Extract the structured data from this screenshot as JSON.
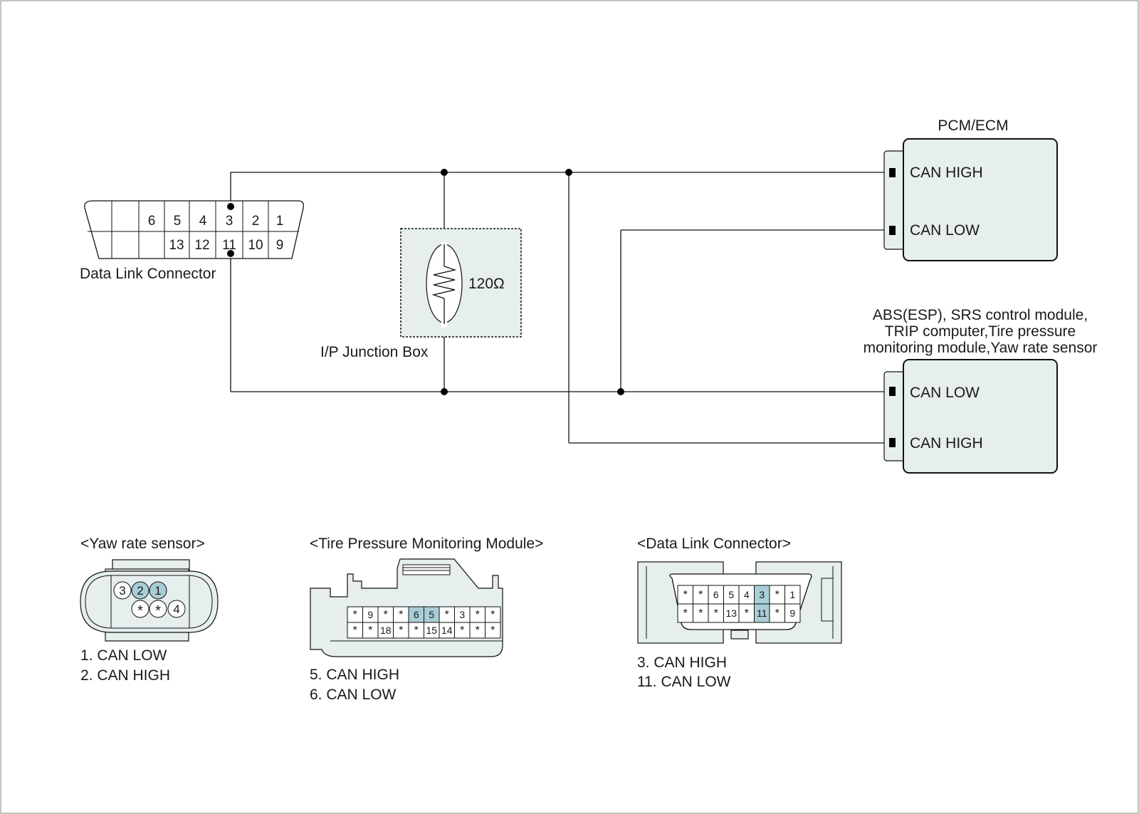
{
  "dlc": {
    "top_pins": [
      "6",
      "5",
      "4",
      "3",
      "2",
      "1"
    ],
    "bottom_pins": [
      "13",
      "12",
      "11",
      "10",
      "9"
    ],
    "label": "Data Link Connector"
  },
  "junction": {
    "label": "I/P Junction Box",
    "resistor": "120Ω"
  },
  "pcm": {
    "title": "PCM/ECM",
    "pins": [
      "CAN HIGH",
      "CAN LOW"
    ]
  },
  "abs": {
    "title_lines": [
      "ABS(ESP), SRS control module,",
      "TRIP computer,Tire pressure",
      "monitoring module,Yaw rate sensor"
    ],
    "pins": [
      "CAN LOW",
      "CAN HIGH"
    ]
  },
  "yaw": {
    "title": "<Yaw rate sensor>",
    "top_pins": [
      "3",
      "2",
      "1"
    ],
    "bottom_pins": [
      "*",
      "*",
      "4"
    ],
    "legend": [
      "1. CAN LOW",
      "2. CAN HIGH"
    ]
  },
  "tpms": {
    "title": "<Tire Pressure Monitoring Module>",
    "top_pins": [
      "*",
      "9",
      "*",
      "*",
      "6",
      "5",
      "*",
      "3",
      "*",
      "*"
    ],
    "bottom_pins": [
      "*",
      "*",
      "18",
      "*",
      "*",
      "15",
      "14",
      "*",
      "*",
      "*"
    ],
    "legend": [
      "5. CAN HIGH",
      "6. CAN LOW"
    ]
  },
  "dlc2": {
    "title": "<Data Link Connector>",
    "top_pins": [
      "*",
      "*",
      "6",
      "5",
      "4",
      "3",
      "*",
      "1"
    ],
    "bottom_pins": [
      "*",
      "*",
      "*",
      "13",
      "*",
      "11",
      "*",
      "9"
    ],
    "legend": [
      "3. CAN HIGH",
      "11. CAN LOW"
    ]
  },
  "colors": {
    "module_fill": "#e6eeee",
    "pin_highlight": "#a8cdd6"
  }
}
